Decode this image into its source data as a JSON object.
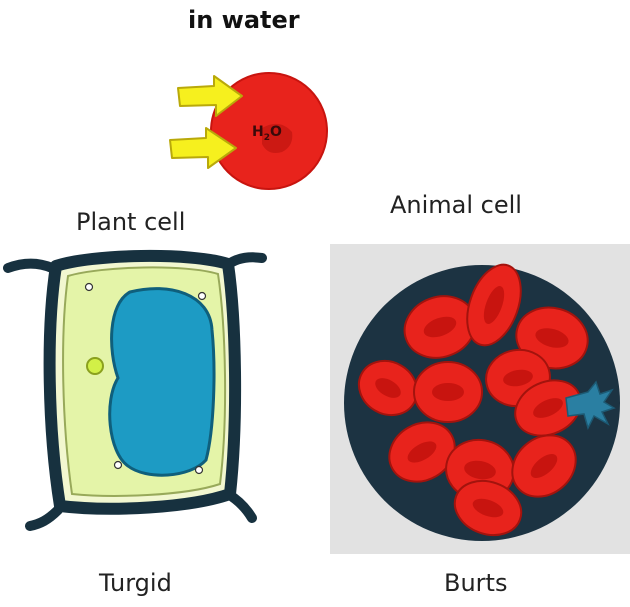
{
  "title": "in water",
  "molecule": {
    "label": "H",
    "subscript": "2",
    "suffix": "O"
  },
  "plant": {
    "label": "Plant cell",
    "state": "Turgid"
  },
  "animal": {
    "label": "Animal cell",
    "state": "Burts"
  },
  "colors": {
    "cell_red": "#e8231c",
    "arrow_yellow": "#f6f01e",
    "wall_dark": "#17313f",
    "cytoplasm": "#e4f4a8",
    "vacuole": "#1d9bc4",
    "panel_gray": "#e2e2e2"
  }
}
